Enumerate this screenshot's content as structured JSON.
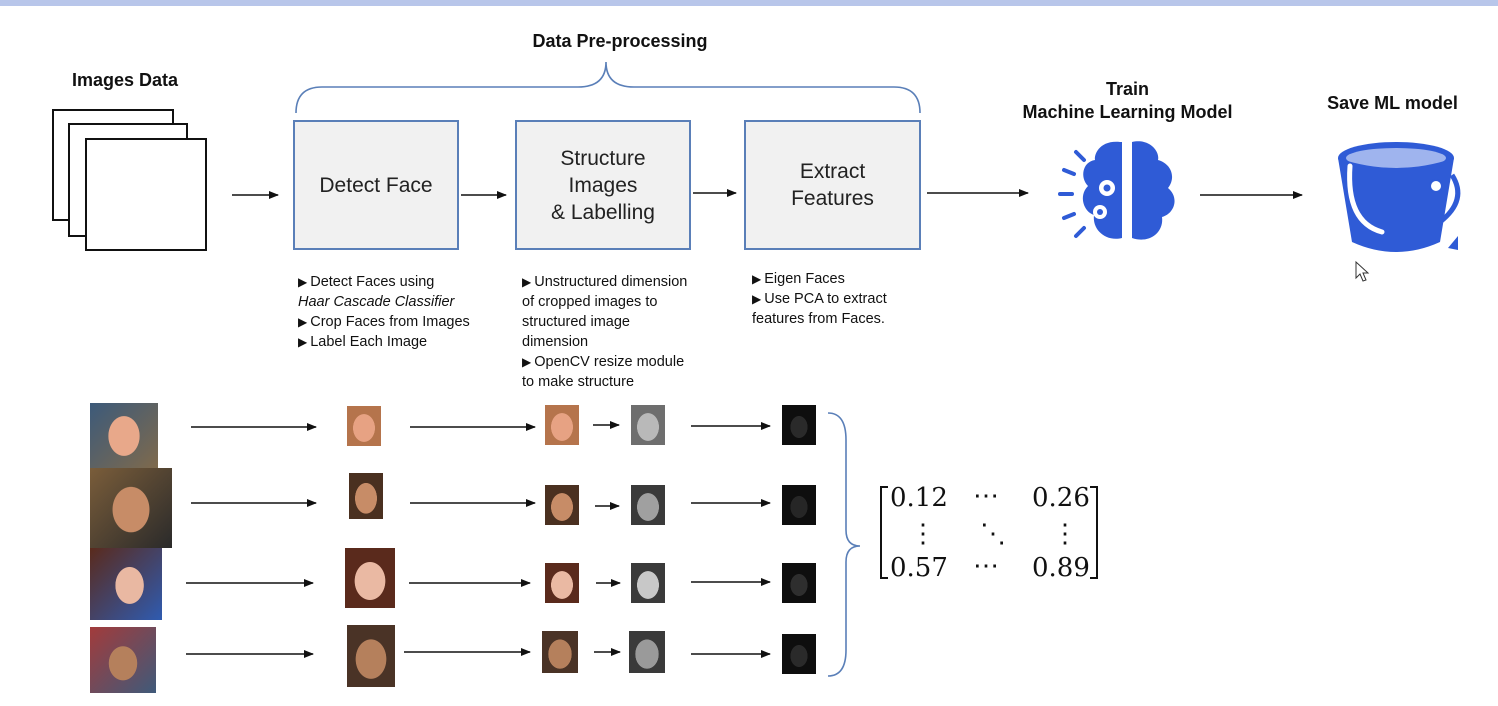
{
  "title": "Data Pre-processing",
  "stages": {
    "images_data": "Images Data",
    "detect_face": "Detect Face",
    "structure_lines": [
      "Structure",
      "Images",
      "& Labelling"
    ],
    "extract_lines": [
      "Extract",
      "Features"
    ],
    "train_lines": [
      "Train",
      "Machine Learning Model"
    ],
    "save": "Save ML model"
  },
  "notes": {
    "detect": {
      "bullet1": "Detect Faces using",
      "bullet1_cont": "Haar Cascade Classifier",
      "bullet2": "Crop Faces from Images",
      "bullet3": "Label Each Image"
    },
    "structure": {
      "line1": "Unstructured dimension",
      "line2": "of cropped images to",
      "line3": "structured image",
      "line4": "dimension",
      "line5": "OpenCV resize module",
      "line6": "to make structure"
    },
    "extract": {
      "line1": "Eigen Faces",
      "line2": "Use PCA to extract",
      "line3": "features from Faces."
    }
  },
  "matrix": {
    "top_left": "0.12",
    "top_right": "0.26",
    "bottom_left": "0.57",
    "bottom_right": "0.89"
  },
  "colors": {
    "accent_blue": "#2f5bd6",
    "box_border": "#5a7fb8",
    "box_fill": "#f1f1f1"
  },
  "icons": [
    "brain-gear-icon",
    "bucket-icon",
    "stacked-images-icon",
    "mouse-cursor-icon"
  ]
}
